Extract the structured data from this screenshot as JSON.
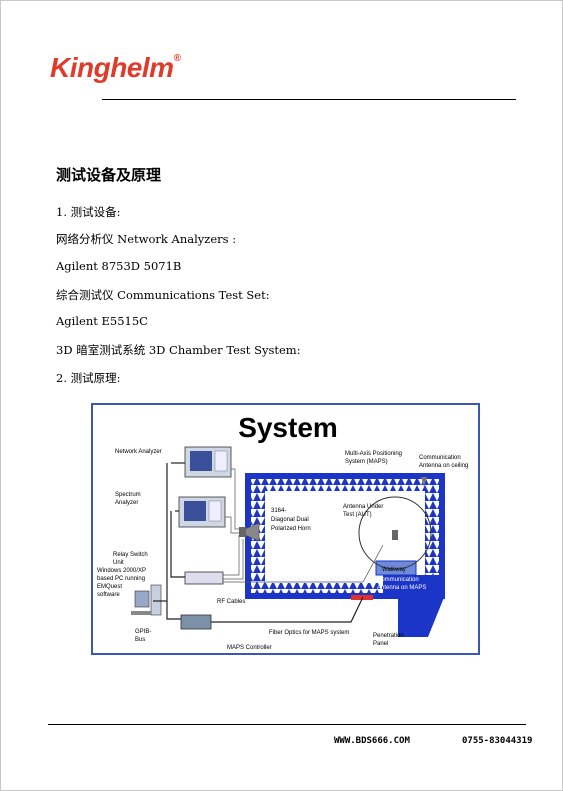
{
  "header": {
    "logo_text": "Kinghelm",
    "logo_mark": "®"
  },
  "content": {
    "title": "测试设备及原理",
    "lines": [
      "1. 测试设备:",
      "网络分析仪 Network Analyzers :",
      "Agilent 8753D 5071B",
      "综合测试仪 Communications Test Set:",
      "Agilent E5515C",
      "3D 暗室测试系统 3D Chamber Test System:",
      "2. 测试原理:"
    ]
  },
  "figure": {
    "title": "System",
    "labels": {
      "network_analyzer": "Network Analyzer",
      "spectrum_1": "Spectrum",
      "spectrum_2": "Analyzer",
      "relay_1": "Relay Switch",
      "relay_2": "Unit",
      "relay_3": "Windows 2000/XP",
      "relay_4": "based PC running",
      "relay_5": "EMQuest",
      "relay_6": "software",
      "gpib_1": "GPIB-",
      "gpib_2": "Bus",
      "maps_controller": "MAPS Controller",
      "rf_cables": "RF Cables",
      "fiber_optics": "Fiber Optics for MAPS system",
      "horn_1": "3164-",
      "horn_2": "Diagonal Dual",
      "horn_3": "Polarized Horn",
      "maps_1": "Multi-Axis Positioning",
      "maps_2": "System (MAPS)",
      "comm_ceiling_1": "Communication",
      "comm_ceiling_2": "Antenna on ceiling",
      "aut_1": "Antenna Under",
      "aut_2": "Test (AUT)",
      "walkway": "Walkway",
      "comm_maps_1": "Communication",
      "comm_maps_2": "Antenna on MAPS",
      "panel_1": "Penetration",
      "panel_2": "Panel"
    }
  },
  "footer": {
    "website": "WWW.BDS666.COM",
    "phone": "0755-83044319"
  }
}
